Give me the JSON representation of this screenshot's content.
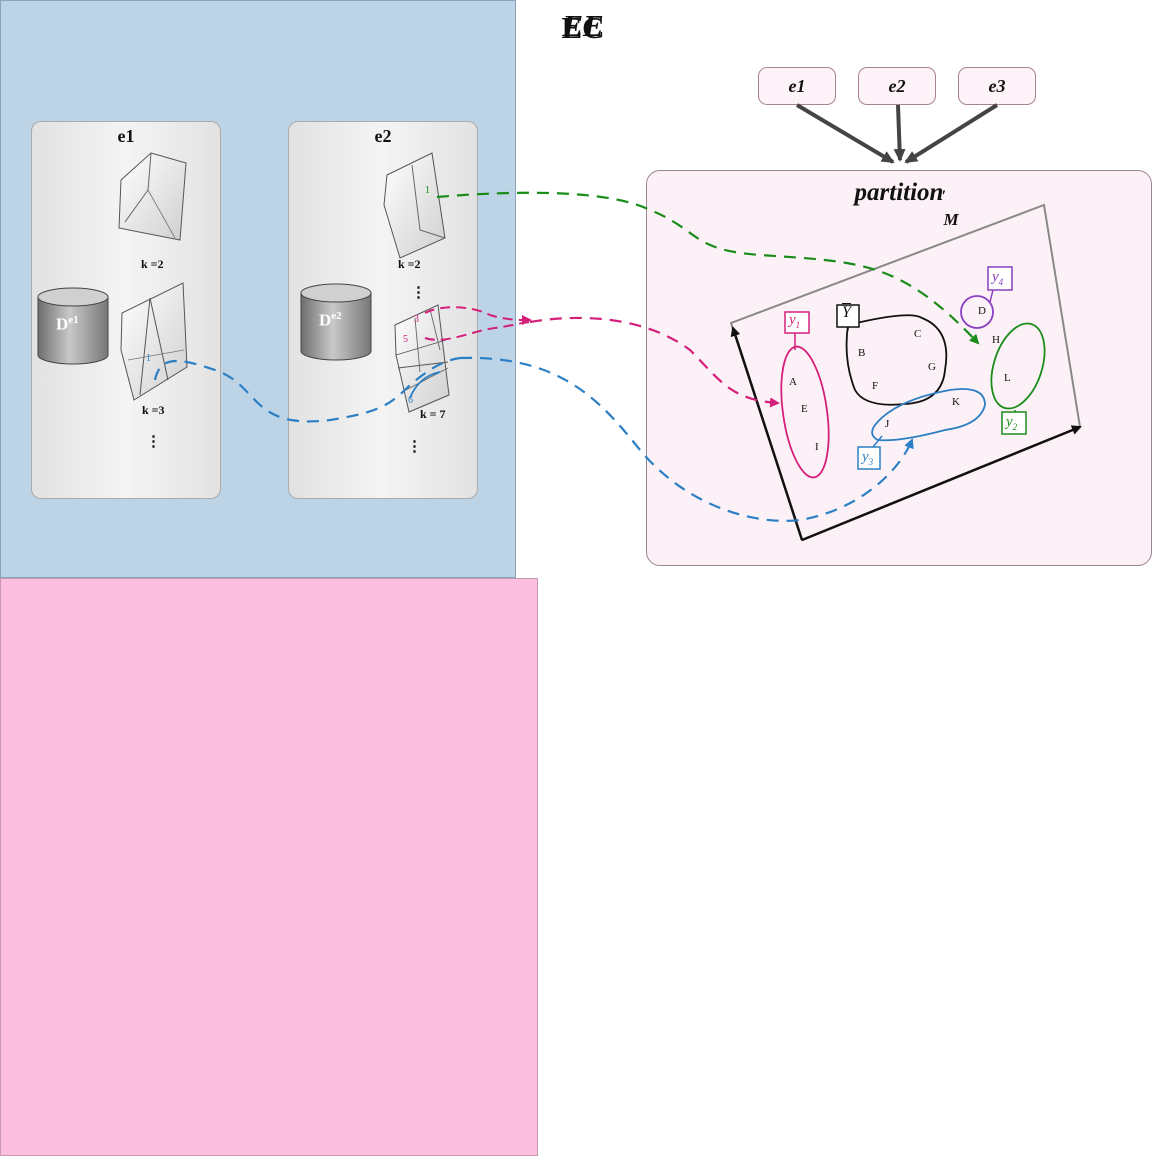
{
  "ec": {
    "title": "EC"
  },
  "ee": {
    "title": "EE"
  },
  "ec_sub1": {
    "title": "e1",
    "k_top": "k =2",
    "k_bottom": "k =3",
    "dots": "⋮",
    "db_base": "D",
    "db_sup": "e1",
    "region1": "1"
  },
  "ec_sub2": {
    "title": "e2",
    "k_top": "k =2",
    "k_bottom": "k = 7",
    "dots_mid": "⋮",
    "dots_bottom": "⋮",
    "db_base": "D",
    "db_sup": "e2",
    "region1": "1",
    "region3": "3",
    "region5": "5",
    "region6": "6"
  },
  "ee_inputs": [
    "e1",
    "e2",
    "e3"
  ],
  "partition": {
    "title_base": "partition",
    "title_prime": "′",
    "title_sub": "M"
  },
  "points": [
    {
      "id": "A"
    },
    {
      "id": "E"
    },
    {
      "id": "I"
    },
    {
      "id": "B"
    },
    {
      "id": "C"
    },
    {
      "id": "F"
    },
    {
      "id": "G"
    },
    {
      "id": "D"
    },
    {
      "id": "H"
    },
    {
      "id": "L"
    },
    {
      "id": "J"
    },
    {
      "id": "K"
    }
  ],
  "labels": {
    "y1": "y",
    "y1_sub": "1",
    "y2": "y",
    "y2_sub": "2",
    "y3": "y",
    "y3_sub": "3",
    "y4": "y",
    "y4_sub": "4",
    "ybar": "Y"
  },
  "colors": {
    "green": "#1a8c1a",
    "magenta": "#d4207a",
    "blue": "#2b7fc4",
    "purple": "#8b3fc0",
    "black": "#111111"
  }
}
